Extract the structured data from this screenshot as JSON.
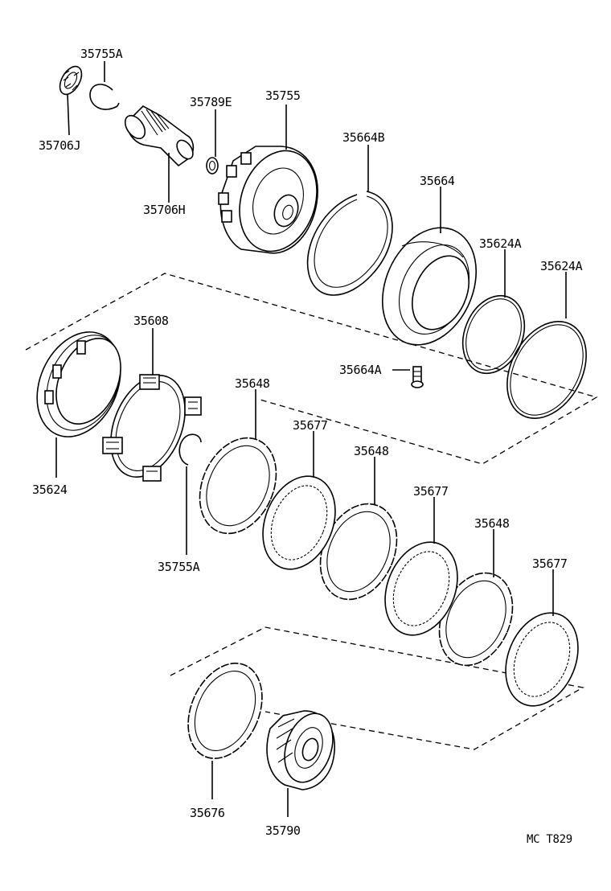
{
  "labels": {
    "p35755a_top": "35755A",
    "p35706j": "35706J",
    "p35789e": "35789E",
    "p35755": "35755",
    "p35706h": "35706H",
    "p35664b": "35664B",
    "p35664": "35664",
    "p35624a_1": "35624A",
    "p35624a_2": "35624A",
    "p35664a": "35664A",
    "p35608": "35608",
    "p35624": "35624",
    "p35648_1": "35648",
    "p35677_1": "35677",
    "p35648_2": "35648",
    "p35677_2": "35677",
    "p35648_3": "35648",
    "p35677_3": "35677",
    "p35755a_bottom": "35755A",
    "p35676": "35676",
    "p35790": "35790"
  },
  "footer": {
    "code": "MC  T829"
  }
}
